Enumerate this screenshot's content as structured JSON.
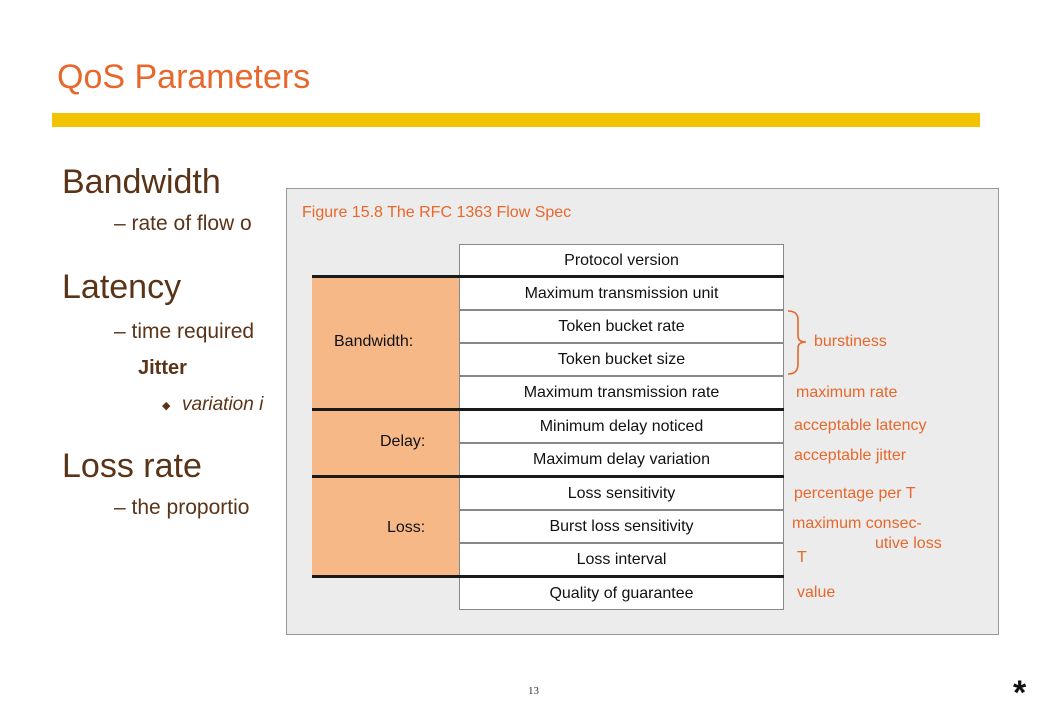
{
  "slide": {
    "title": "QoS Parameters",
    "page_number": "13",
    "corner_mark": "*",
    "bullets": {
      "bandwidth_heading": "Bandwidth",
      "bandwidth_sub": "–  rate of flow o",
      "latency_heading": "Latency",
      "latency_sub": "–  time required",
      "jitter_heading": "Jitter",
      "jitter_sub": "variation i",
      "loss_heading": "Loss rate",
      "loss_sub": "–  the proportio"
    }
  },
  "figure": {
    "caption": "Figure 15.8 The RFC 1363 Flow Spec",
    "groups": {
      "bandwidth": "Bandwidth:",
      "delay": "Delay:",
      "loss": "Loss:"
    },
    "rows": [
      "Protocol version",
      "Maximum transmission unit",
      "Token bucket rate",
      "Token bucket size",
      "Maximum transmission rate",
      "Minimum delay noticed",
      "Maximum delay variation",
      "Loss sensitivity",
      "Burst loss sensitivity",
      "Loss interval",
      "Quality of guarantee"
    ],
    "annotations": {
      "burstiness": "burstiness",
      "max_rate": "maximum rate",
      "latency": "acceptable latency",
      "jitter": "acceptable jitter",
      "percentage": "percentage per T",
      "consec_1": "maximum consec-",
      "consec_2": "utive loss",
      "t": "T",
      "value": "value"
    },
    "colors": {
      "accent": "#e8672b",
      "group_band": "#f7b887",
      "title_rule": "#f2c300",
      "panel": "#ececec"
    }
  }
}
